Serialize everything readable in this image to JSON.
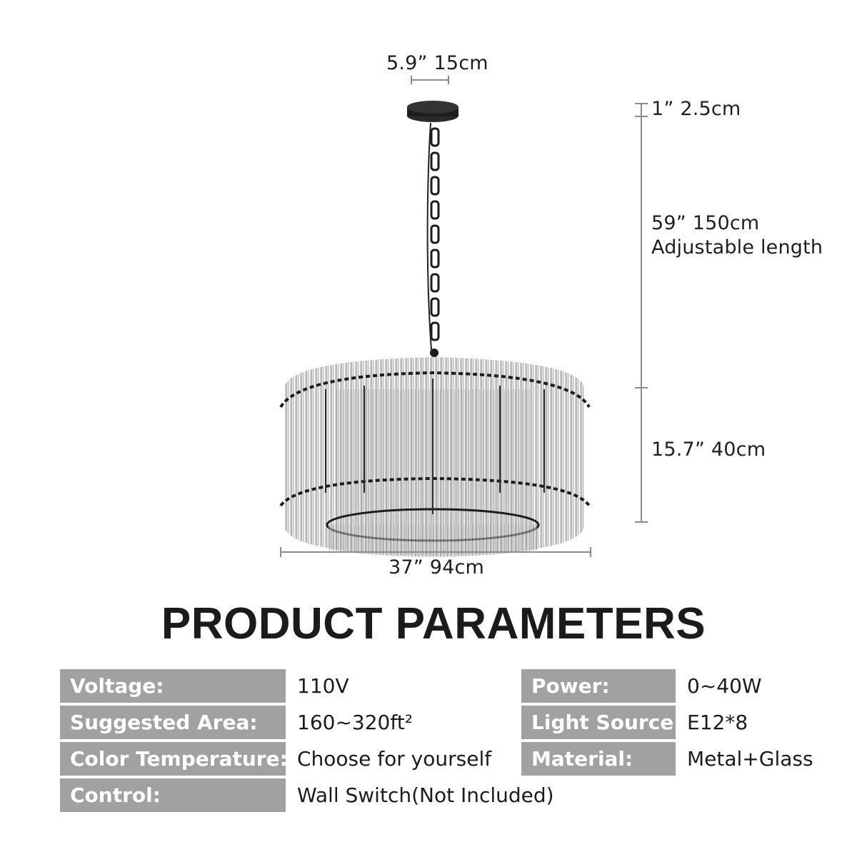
{
  "dimensions": {
    "canopy_width": "5.9”  15cm",
    "canopy_height": "1”  2.5cm",
    "chain_length": "59”  150cm",
    "chain_note": "Adjustable length",
    "body_height": "15.7”  40cm",
    "body_width": "37”  94cm"
  },
  "product_image": {
    "icon": "crystal-rod-drum-chandelier",
    "finish_color": "#1f1f1f",
    "glass_color": "#c9c9c9"
  },
  "parameters": {
    "title": "PRODUCT PARAMETERS",
    "label_bg_color": "#a1a1a1",
    "left": [
      {
        "label": "Voltage:",
        "value": "110V"
      },
      {
        "label": "Suggested Area:",
        "value": "160~320ft²"
      },
      {
        "label": "Color Temperature:",
        "value": "Choose for yourself"
      },
      {
        "label": "Control:",
        "value": "Wall Switch(Not Included)"
      }
    ],
    "right": [
      {
        "label": "Power:",
        "value": "0~40W"
      },
      {
        "label": "Light Source:",
        "value": "E12*8"
      },
      {
        "label": "Material:",
        "value": "Metal+Glass"
      }
    ]
  }
}
